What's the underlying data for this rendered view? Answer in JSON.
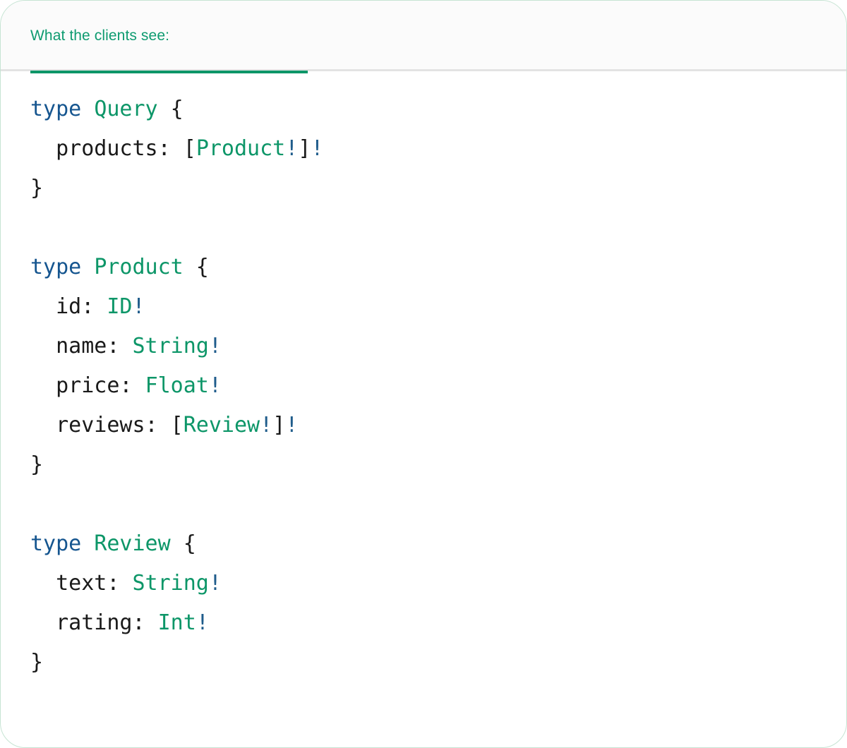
{
  "card": {
    "border_color": "#c6e4d3",
    "background": "#ffffff"
  },
  "tabbar": {
    "background": "#fbfbfb",
    "separator_color": "#e3e3e3",
    "active_tab": {
      "label": "What the clients see:",
      "color": "#0e9b70",
      "underline_color": "#0d9668"
    }
  },
  "editor": {
    "language": "graphql",
    "syntax_colors": {
      "keyword": "#15558f",
      "type_name": "#0d9668",
      "non_null_bang": "#1f5c8b",
      "plain": "#1a1a1a"
    },
    "lines": [
      {
        "id": "l1",
        "tokens": [
          {
            "t": "type",
            "c": "kw"
          },
          {
            "t": " ",
            "c": "plain"
          },
          {
            "t": "Query",
            "c": "type"
          },
          {
            "t": " {",
            "c": "plain"
          }
        ]
      },
      {
        "id": "l2",
        "tokens": [
          {
            "t": "  products: [",
            "c": "plain"
          },
          {
            "t": "Product",
            "c": "type"
          },
          {
            "t": "!",
            "c": "bang"
          },
          {
            "t": "]",
            "c": "plain"
          },
          {
            "t": "!",
            "c": "bang"
          }
        ]
      },
      {
        "id": "l3",
        "tokens": [
          {
            "t": "}",
            "c": "plain"
          }
        ]
      },
      {
        "id": "l4",
        "tokens": []
      },
      {
        "id": "l5",
        "tokens": [
          {
            "t": "type",
            "c": "kw"
          },
          {
            "t": " ",
            "c": "plain"
          },
          {
            "t": "Product",
            "c": "type"
          },
          {
            "t": " {",
            "c": "plain"
          }
        ]
      },
      {
        "id": "l6",
        "tokens": [
          {
            "t": "  id: ",
            "c": "plain"
          },
          {
            "t": "ID",
            "c": "type"
          },
          {
            "t": "!",
            "c": "bang"
          }
        ]
      },
      {
        "id": "l7",
        "tokens": [
          {
            "t": "  name: ",
            "c": "plain"
          },
          {
            "t": "String",
            "c": "type"
          },
          {
            "t": "!",
            "c": "bang"
          }
        ]
      },
      {
        "id": "l8",
        "tokens": [
          {
            "t": "  price: ",
            "c": "plain"
          },
          {
            "t": "Float",
            "c": "type"
          },
          {
            "t": "!",
            "c": "bang"
          }
        ]
      },
      {
        "id": "l9",
        "tokens": [
          {
            "t": "  reviews: [",
            "c": "plain"
          },
          {
            "t": "Review",
            "c": "type"
          },
          {
            "t": "!",
            "c": "bang"
          },
          {
            "t": "]",
            "c": "plain"
          },
          {
            "t": "!",
            "c": "bang"
          }
        ]
      },
      {
        "id": "l10",
        "tokens": [
          {
            "t": "}",
            "c": "plain"
          }
        ]
      },
      {
        "id": "l11",
        "tokens": []
      },
      {
        "id": "l12",
        "tokens": [
          {
            "t": "type",
            "c": "kw"
          },
          {
            "t": " ",
            "c": "plain"
          },
          {
            "t": "Review",
            "c": "type"
          },
          {
            "t": " {",
            "c": "plain"
          }
        ]
      },
      {
        "id": "l13",
        "tokens": [
          {
            "t": "  text: ",
            "c": "plain"
          },
          {
            "t": "String",
            "c": "type"
          },
          {
            "t": "!",
            "c": "bang"
          }
        ]
      },
      {
        "id": "l14",
        "tokens": [
          {
            "t": "  rating: ",
            "c": "plain"
          },
          {
            "t": "Int",
            "c": "type"
          },
          {
            "t": "!",
            "c": "bang"
          }
        ]
      },
      {
        "id": "l15",
        "tokens": [
          {
            "t": "}",
            "c": "plain"
          }
        ]
      }
    ]
  }
}
